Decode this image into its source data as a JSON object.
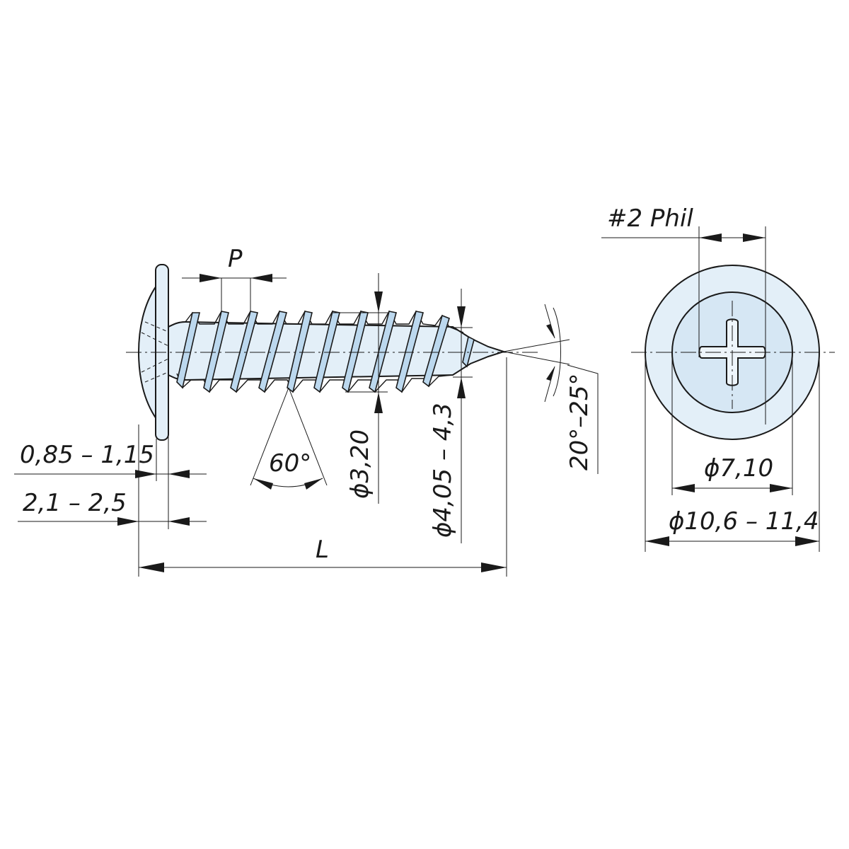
{
  "labels": {
    "pitch": "P",
    "head_thickness": "0,85 – 1,15",
    "head_height": "2,1 – 2,5",
    "thread_angle": "60°",
    "core_diameter": "ϕ3,20",
    "thread_diameter": "ϕ4,05 – 4,3",
    "length": "L",
    "tip_angle": "20°–25°",
    "drive_type": "#2 Phil",
    "inner_diameter": "ϕ7,10",
    "head_diameter": "ϕ10,6 – 11,4"
  },
  "colors": {
    "line": "#1a1a1a",
    "fill_light": "#e3eff8",
    "fill_flank": "#bcd8ee"
  }
}
